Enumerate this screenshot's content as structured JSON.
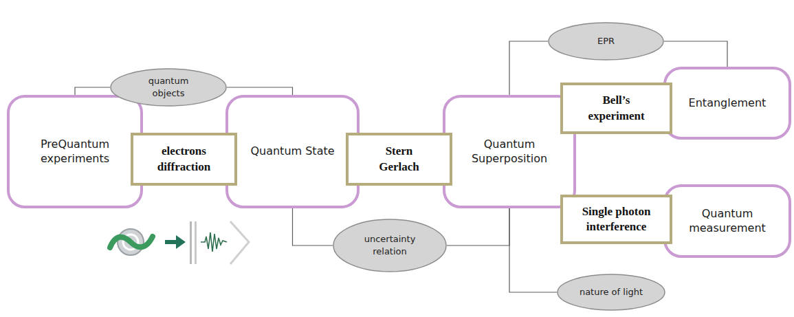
{
  "diagram": {
    "nodes": [
      {
        "text": [
          "PreQuantum experiments"
        ]
      },
      {
        "text": [
          "electrons diffraction"
        ]
      },
      {
        "text": [
          "quantum objects"
        ]
      },
      {
        "text": [
          "Quantum State"
        ]
      },
      {
        "text": [
          "Stern Gerlach"
        ]
      },
      {
        "text": [
          "uncertainty relation"
        ]
      },
      {
        "text": [
          "Quantum Superposition"
        ]
      },
      {
        "text": [
          "EPR"
        ]
      },
      {
        "text": [
          "Bell’s experiment"
        ]
      },
      {
        "text": [
          "Entanglement"
        ]
      },
      {
        "text": [
          "Single photon interference"
        ]
      },
      {
        "text": [
          "Quantum measurement"
        ]
      },
      {
        "text": [
          "nature of light"
        ]
      }
    ],
    "edges": [
      {
        "from": 0,
        "to": 2,
        "arrow": "none"
      },
      {
        "from": 2,
        "to": 3,
        "arrow": "none"
      },
      {
        "from": 3,
        "to": 5,
        "arrow": "none"
      },
      {
        "from": 5,
        "to": 6,
        "arrow": "none"
      },
      {
        "from": 6,
        "to": 7,
        "arrow": "none"
      },
      {
        "from": 7,
        "to": 9,
        "arrow": "none"
      },
      {
        "from": 6,
        "to": 12,
        "arrow": "none"
      }
    ]
  }
}
